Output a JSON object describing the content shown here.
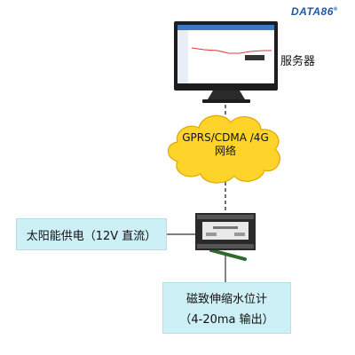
{
  "brand": {
    "text": "DATA86",
    "color": "#1e57a8"
  },
  "server": {
    "label": "服务器"
  },
  "network": {
    "line1": "GPRS/CDMA /4G",
    "line2": "网络",
    "cloud_color": "#ffd42a"
  },
  "power": {
    "label": "太阳能供电（12V 直流）"
  },
  "sensor": {
    "line1": "磁致伸缩水位计",
    "line2": "（4-20ma 输出）"
  },
  "colors": {
    "box_bg": "#cdf0f7",
    "line": "#333333",
    "monitor": "#1d1d1d"
  },
  "icons": {
    "server": "monitor-icon",
    "device": "rtu-device-icon",
    "antenna": "antenna-icon"
  }
}
